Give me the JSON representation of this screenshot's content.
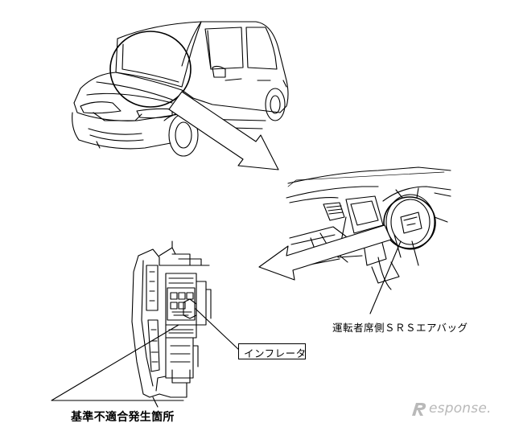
{
  "labels": {
    "srs_airbag": "運転者席側ＳＲＳエアバッグ",
    "inflator": "インフレータ",
    "defect_location": "基準不適合発生箇所"
  },
  "watermark": {
    "text": "esponse.",
    "logo_icon": "response-r-logo-icon"
  },
  "colors": {
    "line": "#000000",
    "watermark": "#b9b9b9"
  }
}
